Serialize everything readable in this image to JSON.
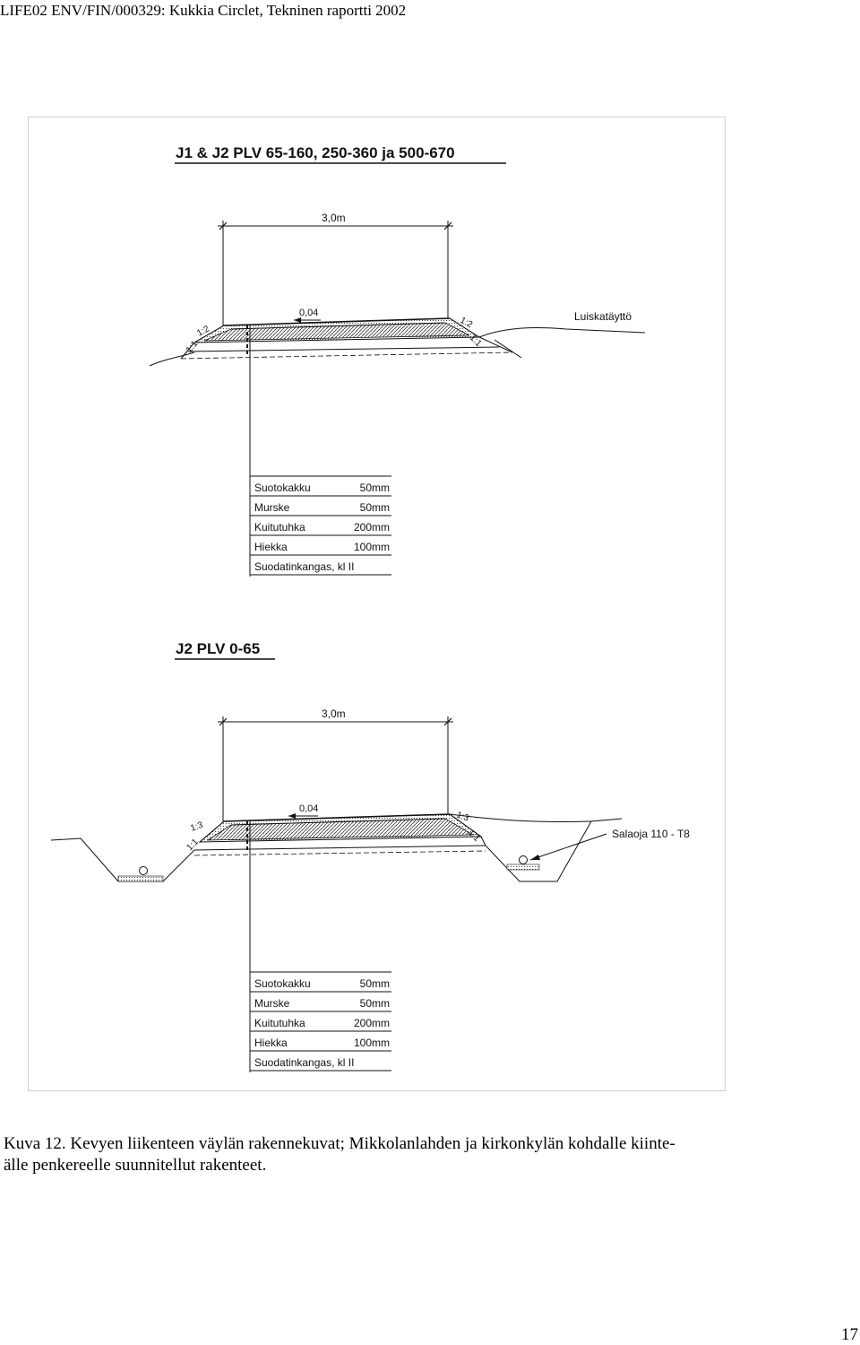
{
  "header": {
    "text": "LIFE02 ENV/FIN/000329: Kukkia Circlet, Tekninen raportti 2002"
  },
  "figure": {
    "section1": {
      "title": "J1 & J2 PLV 65-160, 250-360 ja 500-670",
      "width_label": "3,0m",
      "slope_label": "0,04",
      "slope_left_top": "1:2",
      "slope_left_bottom": "1:1",
      "slope_right_top": "1:2",
      "slope_right_bottom": "1:1",
      "side_label": "Luiskatäyttö",
      "layers": [
        {
          "name": "Suotokakku",
          "thickness": "50mm"
        },
        {
          "name": "Murske",
          "thickness": "50mm"
        },
        {
          "name": "Kuitutuhka",
          "thickness": "200mm"
        },
        {
          "name": "Hiekka",
          "thickness": "100mm"
        },
        {
          "name": "Suodatinkangas, kl II",
          "thickness": ""
        }
      ]
    },
    "section2": {
      "title": "J2 PLV 0-65",
      "width_label": "3,0m",
      "slope_label": "0,04",
      "slope_left_top": "1:3",
      "slope_left_bottom": "1:1",
      "slope_right_top": "1:3",
      "slope_right_bottom": "1:1",
      "side_label": "Salaoja 110 - T8",
      "layers": [
        {
          "name": "Suotokakku",
          "thickness": "50mm"
        },
        {
          "name": "Murske",
          "thickness": "50mm"
        },
        {
          "name": "Kuitutuhka",
          "thickness": "200mm"
        },
        {
          "name": "Hiekka",
          "thickness": "100mm"
        },
        {
          "name": "Suodatinkangas, kl II",
          "thickness": ""
        }
      ]
    }
  },
  "caption": {
    "line1": "Kuva 12. Kevyen liikenteen väylän rakennekuvat; Mikkolanlahden ja kirkonkylän kohdalle kiinte-",
    "line2": "älle penkereelle suunnitellut rakenteet."
  },
  "page_number": "17"
}
